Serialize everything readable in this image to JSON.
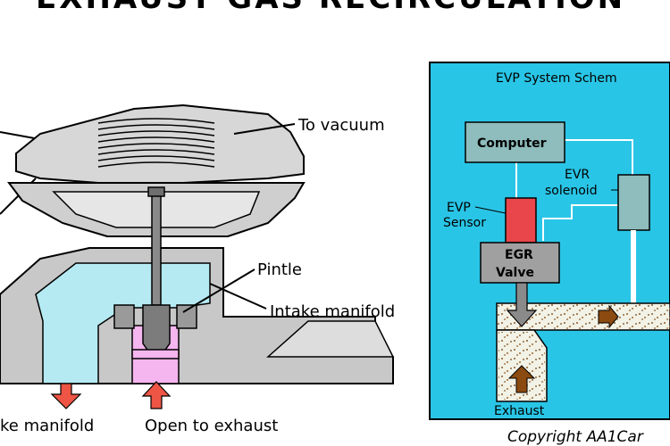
{
  "title": "EXHAUST GAS RECIRCULATION",
  "left_diagram": {
    "labels": {
      "to_vacuum": "To vacuum",
      "pintle": "Pintle",
      "intake_manifold": "Intake manifold",
      "intake_manifold_bottom": "ke manifold",
      "open_to_exhaust": "Open to exhaust"
    }
  },
  "schematic": {
    "title": "EVP System Schem",
    "computer": "Computer",
    "evr_line1": "EVR",
    "evr_line2": "solenoid",
    "evp_line1": "EVP",
    "evp_line2": "Sensor",
    "egr_line1": "EGR",
    "egr_line2": "Valve",
    "exhaust": "Exhaust"
  },
  "copyright": "Copyright AA1Car",
  "colors": {
    "schematic_bg": "#29c5e6",
    "computer_box": "#8fbcbc",
    "evp_sensor": "#e8464a",
    "egr_valve": "#a0a0a0",
    "passage_blue": "#b5eaf2",
    "exhaust_pink": "#f5b5ee",
    "arrow_red": "#ee5544",
    "arrow_brown": "#8b4a10"
  }
}
